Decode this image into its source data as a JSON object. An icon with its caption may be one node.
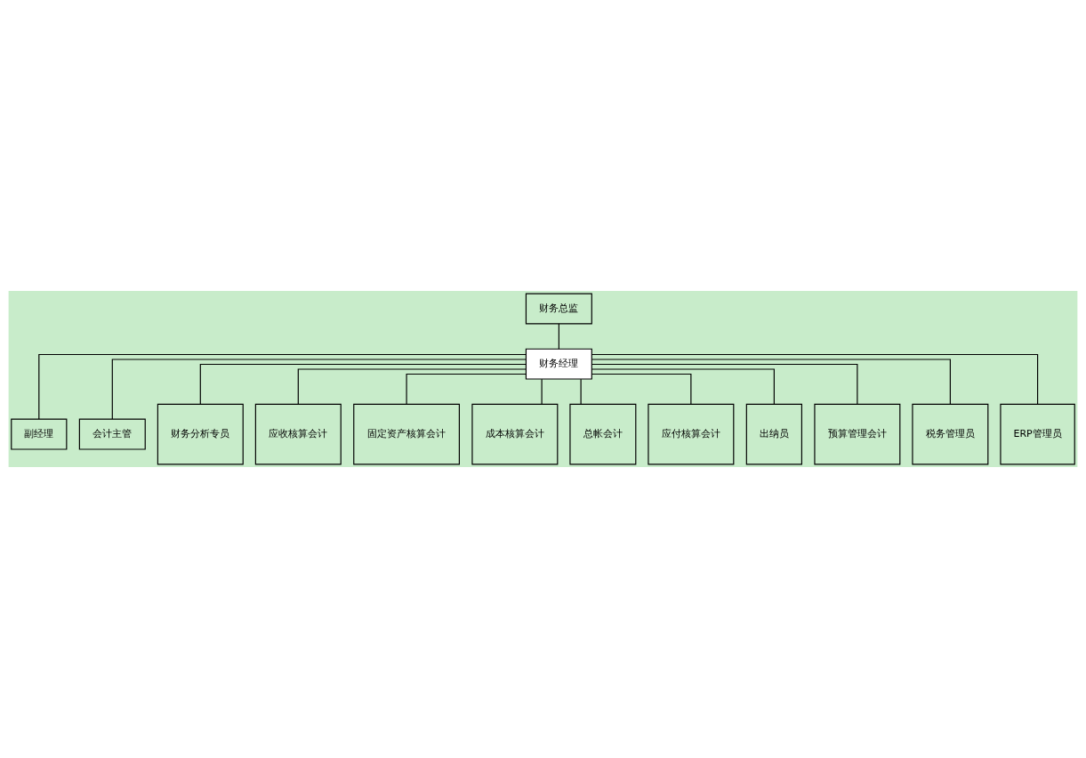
{
  "diagram": {
    "nodes": [
      {
        "text": [
          "财务总监"
        ]
      },
      {
        "text": [
          "财务经理"
        ]
      },
      {
        "text": [
          "副经理"
        ]
      },
      {
        "text": [
          "会计主管"
        ]
      },
      {
        "text": [
          "财务分析专员"
        ]
      },
      {
        "text": [
          "应收核算会计"
        ]
      },
      {
        "text": [
          "固定资产核算会计"
        ]
      },
      {
        "text": [
          "成本核算会计"
        ]
      },
      {
        "text": [
          "总帐会计"
        ]
      },
      {
        "text": [
          "应付核算会计"
        ]
      },
      {
        "text": [
          "出纳员"
        ]
      },
      {
        "text": [
          "预算管理会计"
        ]
      },
      {
        "text": [
          "税务管理员"
        ]
      },
      {
        "text": [
          "ERP管理员"
        ]
      }
    ],
    "edges": [
      {
        "from": 0,
        "to": 1,
        "arrow": "none"
      },
      {
        "from": 1,
        "to": 2,
        "arrow": "none"
      },
      {
        "from": 1,
        "to": 3,
        "arrow": "none"
      },
      {
        "from": 1,
        "to": 4,
        "arrow": "none"
      },
      {
        "from": 1,
        "to": 5,
        "arrow": "none"
      },
      {
        "from": 1,
        "to": 6,
        "arrow": "none"
      },
      {
        "from": 1,
        "to": 7,
        "arrow": "none"
      },
      {
        "from": 1,
        "to": 8,
        "arrow": "none"
      },
      {
        "from": 1,
        "to": 9,
        "arrow": "none"
      },
      {
        "from": 1,
        "to": 10,
        "arrow": "none"
      },
      {
        "from": 1,
        "to": 11,
        "arrow": "none"
      },
      {
        "from": 1,
        "to": 12,
        "arrow": "none"
      },
      {
        "from": 1,
        "to": 13,
        "arrow": "none"
      }
    ]
  }
}
